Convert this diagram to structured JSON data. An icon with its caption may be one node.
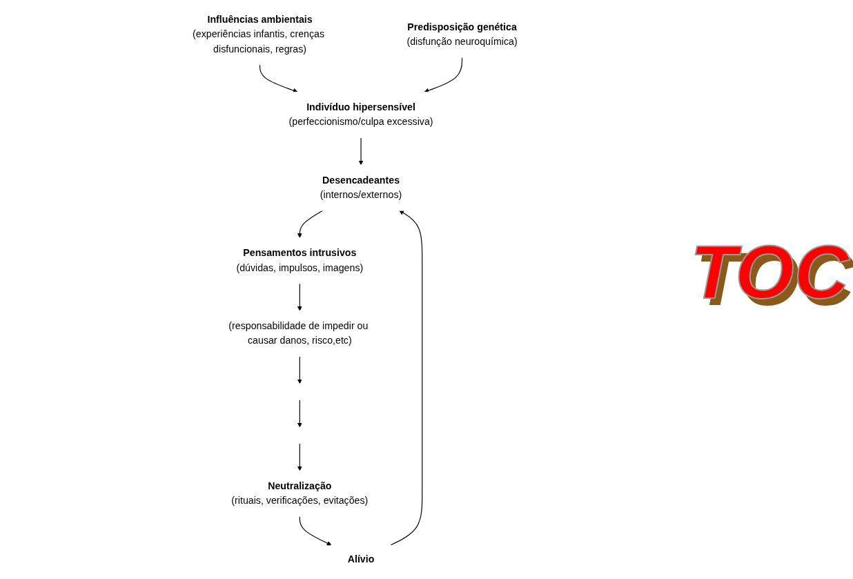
{
  "diagram": {
    "nodes": [
      {
        "text": [
          "Influências ambientais",
          "(experiências infantis, crenças disfuncionais, regras)"
        ]
      },
      {
        "text": [
          "Predisposição genética",
          "(disfunção neuroquímica)"
        ]
      },
      {
        "text": [
          "Indivíduo hipersensível",
          "(perfeccionismo/culpa excessiva)"
        ]
      },
      {
        "text": [
          "Desencadeantes",
          "(internos/externos)"
        ]
      },
      {
        "text": [
          "Pensamentos intrusivos",
          "(dúvidas, impulsos, imagens)"
        ]
      },
      {
        "text": [
          "(responsabilidade de impedir ou causar danos, risco,etc)"
        ]
      },
      {
        "text": [],
        "shape": "box"
      },
      {
        "text": [],
        "shape": "box"
      },
      {
        "text": [
          "Neutralização",
          "(rituais, verificações, evitações)"
        ]
      },
      {
        "text": [
          "Alívio"
        ]
      }
    ],
    "edges": [
      {
        "from": 0,
        "to": 2,
        "arrow": "to"
      },
      {
        "from": 1,
        "to": 2,
        "arrow": "to"
      },
      {
        "from": 2,
        "to": 3,
        "arrow": "to"
      },
      {
        "from": 3,
        "to": 4,
        "arrow": "to"
      },
      {
        "from": 4,
        "to": 5,
        "arrow": "to"
      },
      {
        "from": 5,
        "to": 6,
        "arrow": "to"
      },
      {
        "from": 6,
        "to": 7,
        "arrow": "to"
      },
      {
        "from": 7,
        "to": 8,
        "arrow": "to"
      },
      {
        "from": 8,
        "to": 9,
        "arrow": "to"
      },
      {
        "from": 9,
        "to": 3,
        "arrow": "to"
      }
    ],
    "labels": [
      "TOC"
    ]
  }
}
